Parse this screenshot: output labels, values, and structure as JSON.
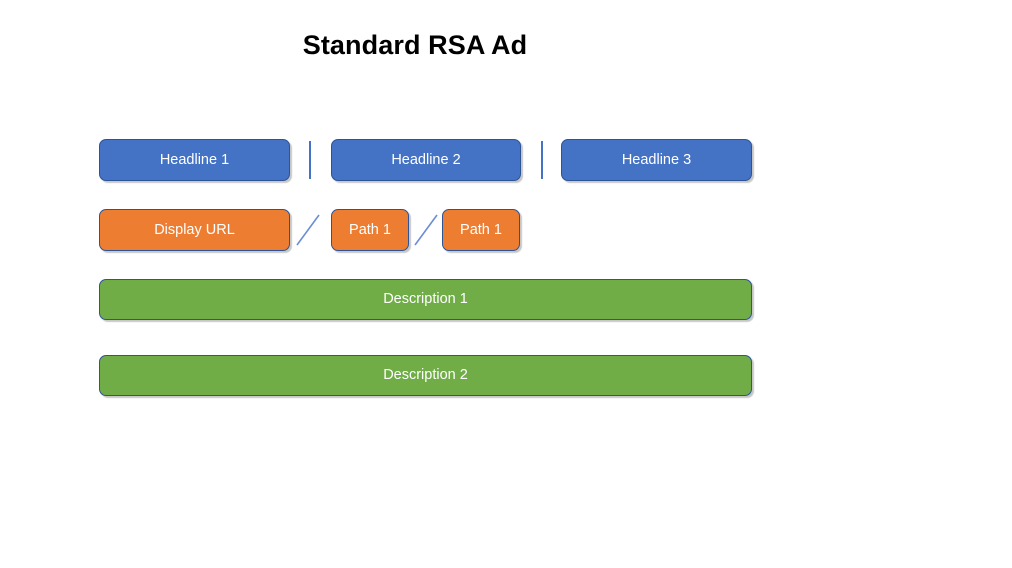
{
  "slide": {
    "title": "Standard RSA Ad",
    "background_color": "#FFFFFF"
  },
  "colors": {
    "headline_fill": "#4472C4",
    "url_fill": "#ED7D31",
    "description_fill": "#70AD47",
    "border": "#2E5496",
    "separator": "#4472C4",
    "text": "#FFFFFF",
    "title_text": "#000000"
  },
  "headline_row": {
    "boxes": [
      {
        "label": "Headline 1"
      },
      {
        "label": "Headline 2"
      },
      {
        "label": "Headline 3"
      }
    ],
    "separators": [
      {
        "glyph": "|"
      },
      {
        "glyph": "|"
      }
    ]
  },
  "url_row": {
    "boxes": [
      {
        "label": "Display URL"
      },
      {
        "label": "Path 1"
      },
      {
        "label": "Path 1"
      }
    ],
    "separators": [
      {
        "glyph": "/"
      },
      {
        "glyph": "/"
      }
    ]
  },
  "description_rows": {
    "boxes": [
      {
        "label": "Description 1"
      },
      {
        "label": "Description 2"
      }
    ]
  }
}
